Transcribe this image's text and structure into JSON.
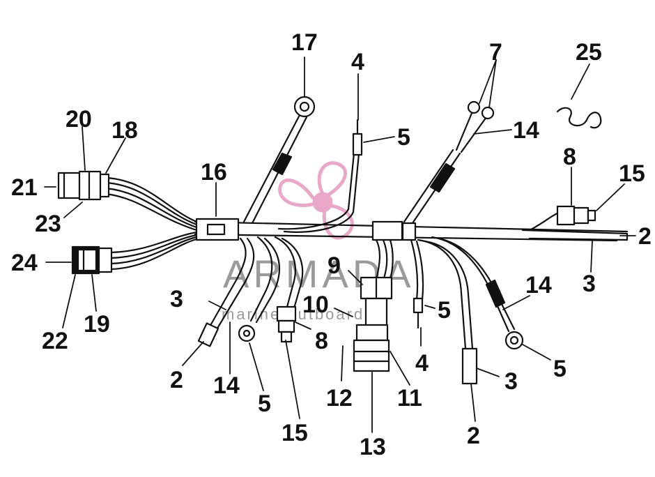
{
  "watermark": {
    "brand": "ARMADA",
    "tagline": "marine outboards",
    "color": "#9a9a9a",
    "logo_color": "#e9a8c8"
  },
  "diagram": {
    "stroke_color": "#111111",
    "callouts": {
      "c17": "17",
      "c4_top": "4",
      "c5_top": "5",
      "c7": "7",
      "c25": "25",
      "c14_top": "14",
      "c20": "20",
      "c18": "18",
      "c16": "16",
      "c21": "21",
      "c23": "23",
      "c8_right": "8",
      "c15_right": "15",
      "c2_right": "2",
      "c3_right": "3",
      "c24": "24",
      "c22": "22",
      "c19": "19",
      "c9": "9",
      "c10": "10",
      "c3_left": "3",
      "c2_left": "2",
      "c14_left": "14",
      "c5_left": "5",
      "c8_center": "8",
      "c15_bottom": "15",
      "c12": "12",
      "c13": "13",
      "c11": "11",
      "c4_center": "4",
      "c5_center": "5",
      "c14_lower_right": "14",
      "c5_lower_right": "5",
      "c3_lower_right": "3",
      "c2_bottom": "2"
    }
  }
}
